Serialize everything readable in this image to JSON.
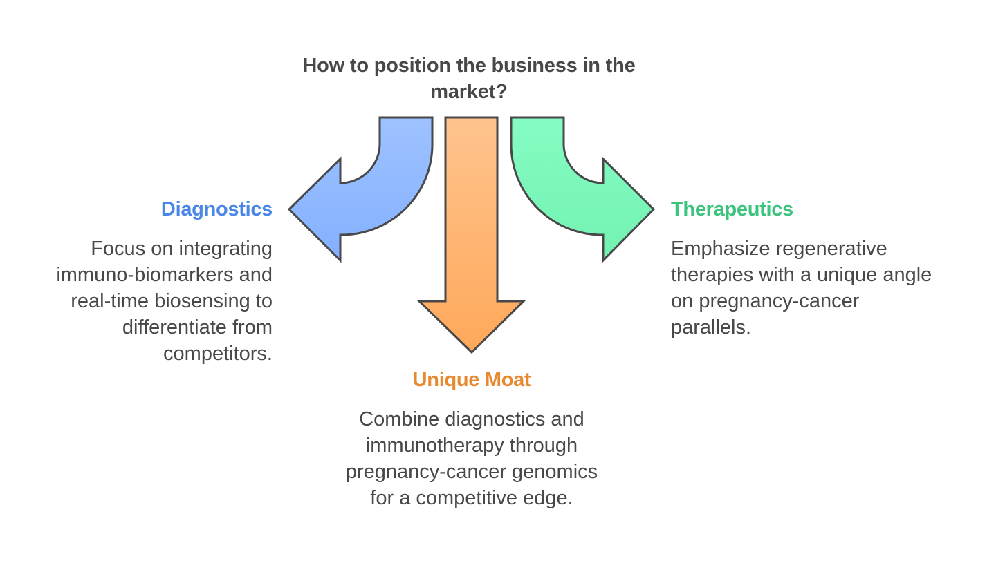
{
  "title": "How to position the business in the market?",
  "branches": [
    {
      "id": "diagnostics",
      "heading": "Diagnostics",
      "description": "Focus on integrating immuno-biomarkers and real-time biosensing to differentiate from competitors.",
      "direction": "left",
      "color": "#4A86E8",
      "fill_top": "#9EC2FF",
      "fill_bottom": "#83B0FF"
    },
    {
      "id": "unique-moat",
      "heading": "Unique Moat",
      "description": "Combine diagnostics and immunotherapy through pregnancy-cancer genomics for a competitive edge.",
      "direction": "down",
      "color": "#E8892F",
      "fill_top": "#FFC48E",
      "fill_bottom": "#FFA85A"
    },
    {
      "id": "therapeutics",
      "heading": "Therapeutics",
      "description": "Emphasize regenerative therapies with a unique angle on pregnancy-cancer parallels.",
      "direction": "right",
      "color": "#3CC47E",
      "fill_top": "#86FCC4",
      "fill_bottom": "#72F2B2"
    }
  ],
  "outline_color": "#484848"
}
